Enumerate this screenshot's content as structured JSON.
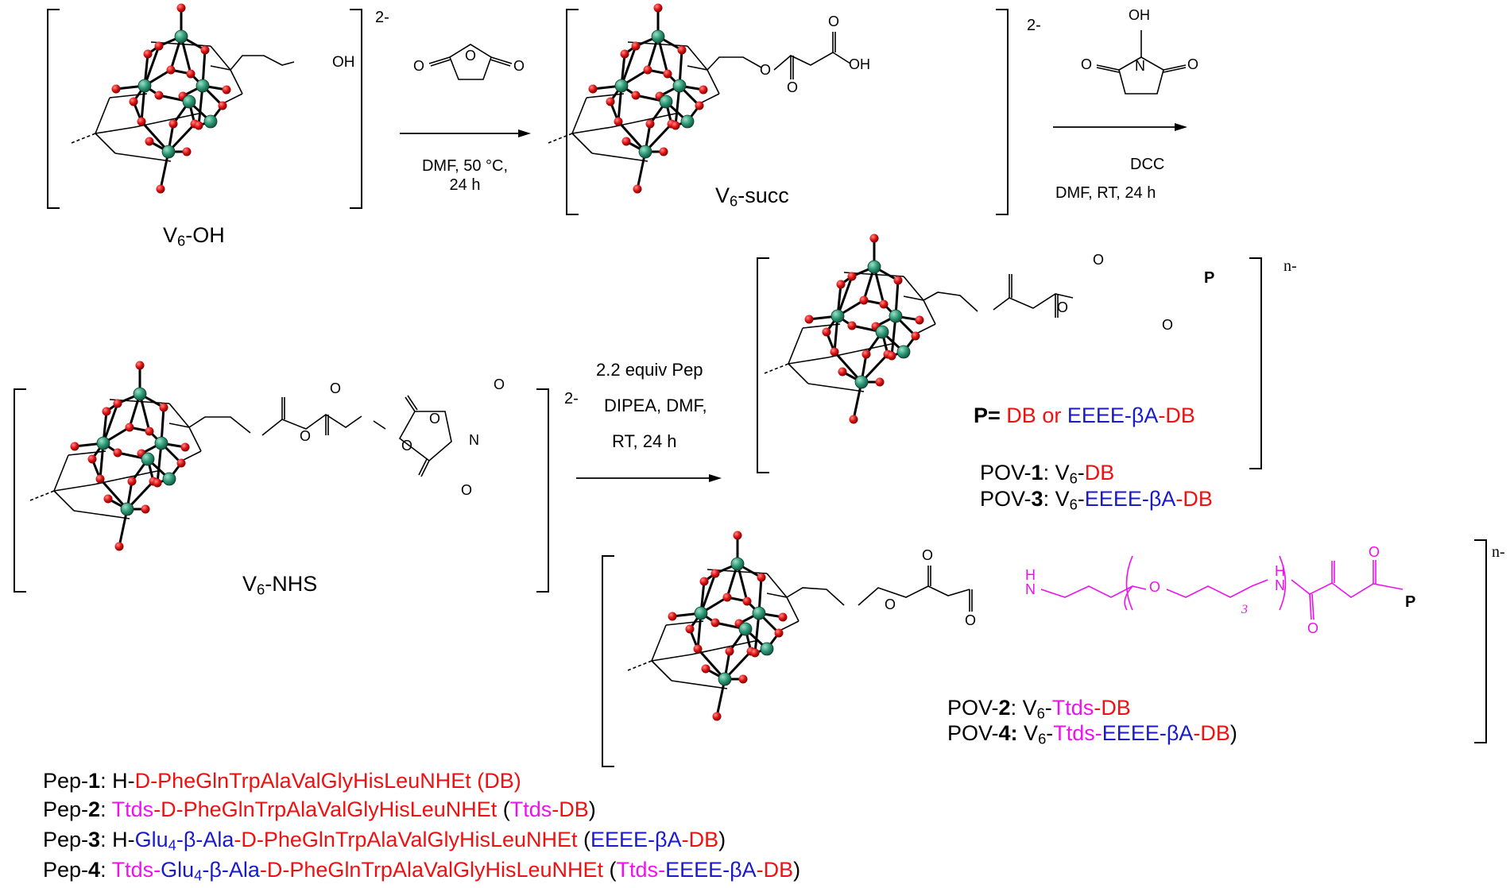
{
  "charges": {
    "two_minus": "2-",
    "n_minus": "n-"
  },
  "structure_labels": {
    "v6_oh_prefix": "V",
    "v6_oh_sub": "6",
    "v6_oh_suffix": "-OH",
    "v6_succ_prefix": "V",
    "v6_succ_sub": "6",
    "v6_succ_suffix": "-succ",
    "v6_nhs_prefix": "V",
    "v6_nhs_sub": "6",
    "v6_nhs_suffix": "-NHS"
  },
  "atoms": {
    "oh": "OH",
    "o": "O",
    "n": "N",
    "h": "H",
    "p": "P",
    "peg_repeat": "3"
  },
  "conditions": {
    "step1_line1": "DMF, 50 °C,",
    "step1_line2": "24 h",
    "step2_reagent": "DCC",
    "step2_line": "DMF, RT, 24 h",
    "step3_line1": "2.2 equiv Pep",
    "step3_line2": "DIPEA, DMF,",
    "step3_line3": "RT, 24 h"
  },
  "p_definition": {
    "p": "P=",
    "db": "DB",
    "or": " or ",
    "eeee_ba": "EEEE-βA",
    "dash": "-",
    "db2": "DB"
  },
  "pov_labels": {
    "pov1_pre": "POV-",
    "pov1_num": "1",
    "pov1_colon": ": V",
    "pov1_sub": "6",
    "pov1_dash": "-",
    "pov1_db": "DB",
    "pov3_pre": "POV-",
    "pov3_num": "3",
    "pov3_colon": ": V",
    "pov3_sub": "6",
    "pov3_dash": "-",
    "pov3_eeee": "EEEE-βA",
    "pov3_dash2": "-",
    "pov3_db": "DB",
    "pov2_pre": "POV-",
    "pov2_num": "2",
    "pov2_colon": ": V",
    "pov2_sub": "6",
    "pov2_dash": "-",
    "pov2_ttds": "Ttds",
    "pov2_dash2": "-",
    "pov2_db": "DB",
    "pov4_pre": "POV-",
    "pov4_num": "4:",
    "pov4_v": " V",
    "pov4_sub": "6",
    "pov4_dash": "-",
    "pov4_ttds": "Ttds",
    "pov4_dash2": "-",
    "pov4_eeee": "EEEE-βA",
    "pov4_dash3": "-",
    "pov4_db": "DB",
    "pov4_close": ")"
  },
  "peptides": {
    "pep1_pre": "Pep-",
    "pep1_num": "1",
    "pep1_colon": ": H-",
    "pep1_seq": "D-PheGlnTrpAlaValGlyHisLeuNHEt (DB)",
    "pep2_pre": "Pep-",
    "pep2_num": "2",
    "pep2_colon": ": ",
    "pep2_ttds": "Ttds",
    "pep2_dash": "-",
    "pep2_seq": "D-PheGlnTrpAlaValGlyHisLeuNHEt",
    "pep2_open": " (",
    "pep2_ttds2": "Ttds",
    "pep2_dash2": "-",
    "pep2_db": "DB",
    "pep2_close": ")",
    "pep3_pre": "Pep-",
    "pep3_num": "3",
    "pep3_colon": ": H-",
    "pep3_glu": "Glu",
    "pep3_glu_sub": "4",
    "pep3_bala": "-β-Ala",
    "pep3_dash": "-",
    "pep3_seq": "D-PheGlnTrpAlaValGlyHisLeuNHEt",
    "pep3_open": " (",
    "pep3_eeee": "EEEE-βA",
    "pep3_dash2": "-",
    "pep3_db": "DB",
    "pep3_close": ")",
    "pep4_pre": "Pep-",
    "pep4_num": "4",
    "pep4_colon": ": ",
    "pep4_ttds": "Ttds",
    "pep4_dash0": "-",
    "pep4_glu": "Glu",
    "pep4_glu_sub": "4",
    "pep4_bala": "-β-Ala",
    "pep4_dash": "-",
    "pep4_seq": "D-PheGlnTrpAlaValGlyHisLeuNHEt",
    "pep4_open": " (",
    "pep4_ttds2": "Ttds",
    "pep4_dash2": "-",
    "pep4_eeee": "EEEE-βA",
    "pep4_dash3": "-",
    "pep4_db": "DB",
    "pep4_close": ")"
  },
  "colors": {
    "bond": "#000000",
    "vanadium": "#2e9a78",
    "oxygen": "#dd1111",
    "ttds_linker": "#ee11ee",
    "db_red": "#ee1111",
    "eeee_blue": "#1a1acc"
  }
}
